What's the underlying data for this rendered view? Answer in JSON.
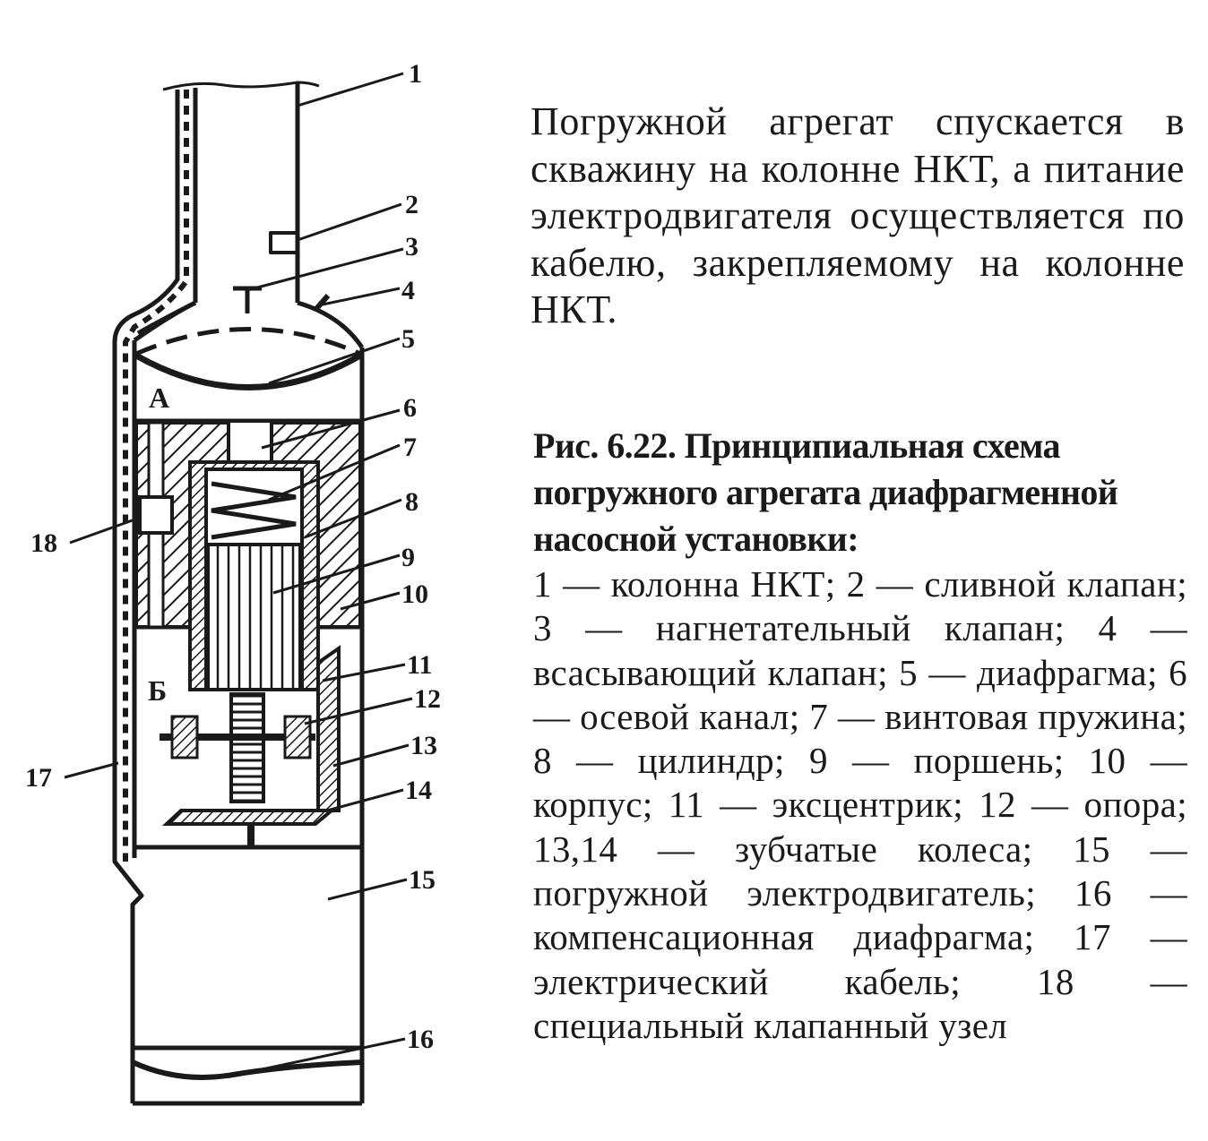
{
  "intro_text": "Погружной агрегат спускается в скважину на колонне НКТ, а питание электродвигателя осуществляется по кабелю, закрепляемому на колонне НКТ.",
  "figure": {
    "title": "Рис. 6.22. Принципиальная схема погружного агрегата диафрагменной насосной установки:",
    "legend": "1 — колонна НКТ; 2 — сливной клапан; 3 — нагнетательный клапан; 4 — всасывающий клапан; 5 — диафрагма; 6 — осевой канал; 7 — винтовая пружина; 8 — цилиндр; 9 — поршень; 10 — корпус; 11 — эксцентрик; 12 — опора; 13,14 — зубчатые колеса; 15 — погружной электродвигатель; 16 — компенсационная диафрагма; 17 — электрический кабель; 18 — специальный клапанный узел"
  },
  "diagram": {
    "chamber_a": "А",
    "chamber_b": "Б",
    "callouts": [
      "1",
      "2",
      "3",
      "4",
      "5",
      "6",
      "7",
      "8",
      "9",
      "10",
      "11",
      "12",
      "13",
      "14",
      "15",
      "16",
      "17",
      "18"
    ]
  }
}
